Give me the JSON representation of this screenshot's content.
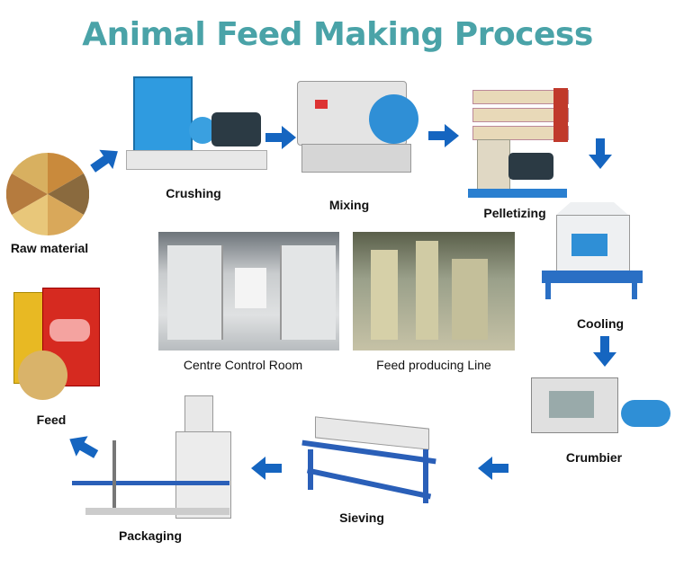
{
  "title": "Animal Feed Making Process",
  "steps": {
    "raw_material": "Raw material",
    "crushing": "Crushing",
    "mixing": "Mixing",
    "pelletizing": "Pelletizing",
    "cooling": "Cooling",
    "crumbier": "Crumbier",
    "sieving": "Sieving",
    "packaging": "Packaging",
    "feed": "Feed"
  },
  "photos": {
    "control_room": "Centre Control Room",
    "production_line": "Feed producing Line"
  },
  "colors": {
    "title": "#4aa3a8",
    "arrow": "#1565c0",
    "machine_blue": "#2f8fd6"
  }
}
